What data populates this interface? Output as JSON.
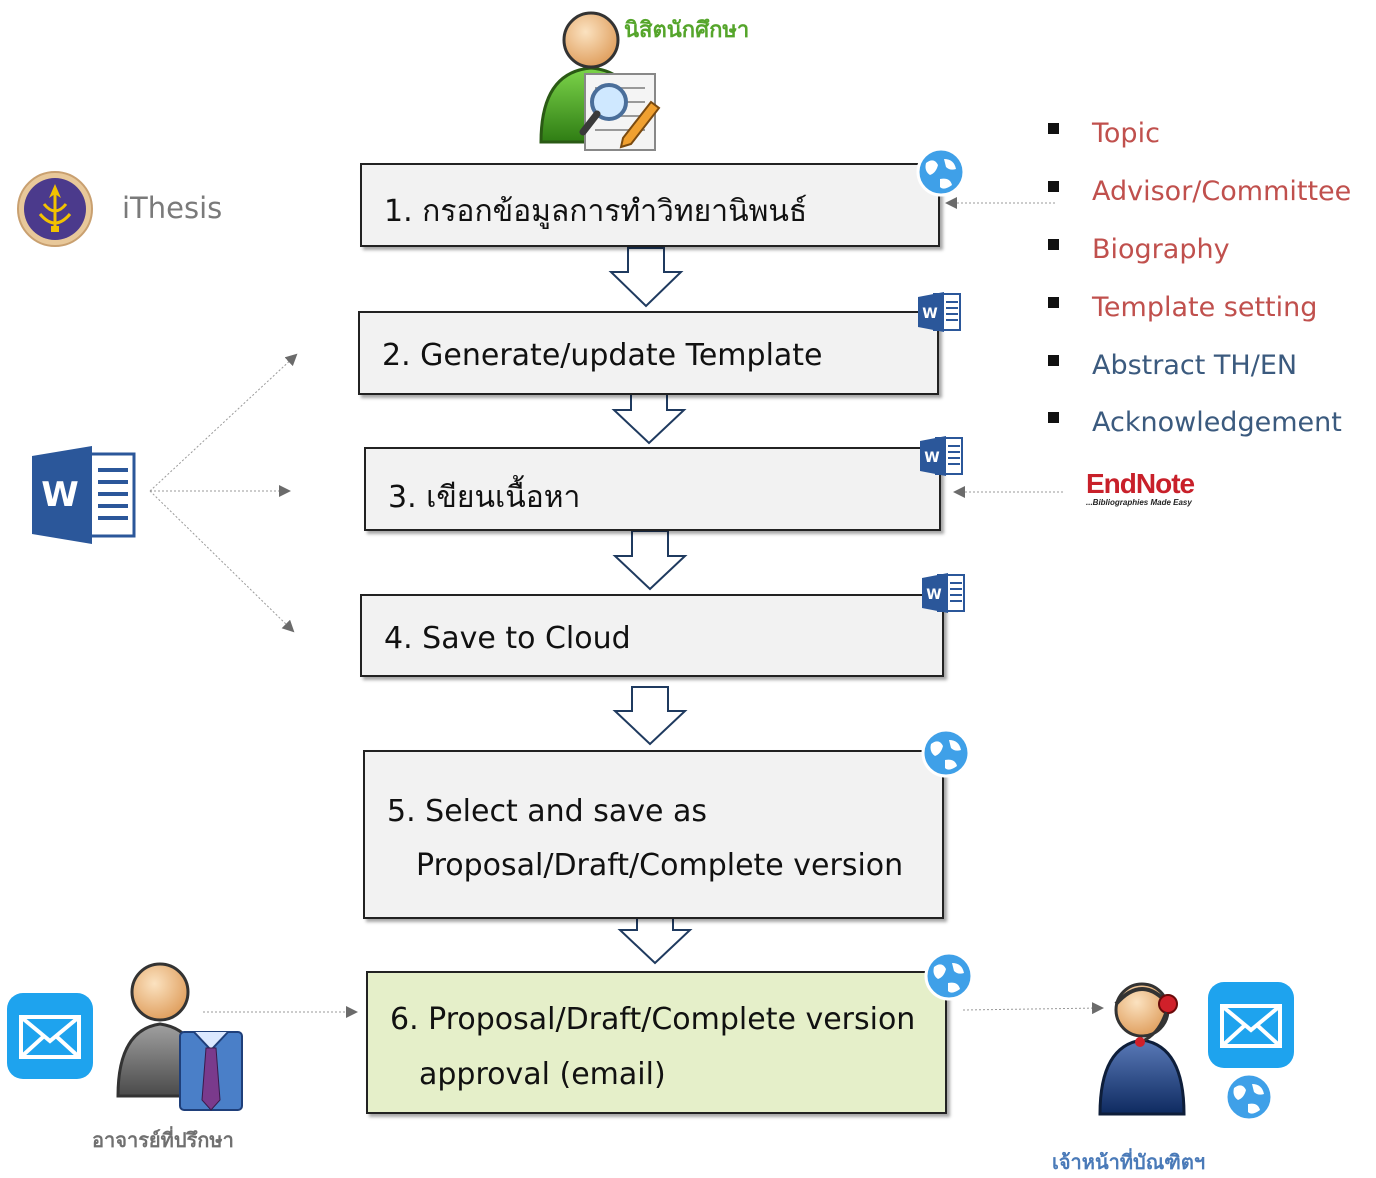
{
  "student": {
    "label": "นิสิตนักศึกษา"
  },
  "ithesis": {
    "label": "iThesis"
  },
  "steps": [
    {
      "line1": "1. กรอกข้อมูลการทำวิทยานิพนธ์",
      "line2": ""
    },
    {
      "line1": "2. Generate/update Template",
      "line2": ""
    },
    {
      "line1": "3. เขียนเนื้อหา",
      "line2": ""
    },
    {
      "line1": "4. Save to Cloud",
      "line2": ""
    },
    {
      "line1": "5. Select and save as",
      "line2": "Proposal/Draft/Complete version"
    },
    {
      "line1": "6. Proposal/Draft/Complete version",
      "line2": "approval (email)"
    }
  ],
  "info_items": [
    {
      "label": "Topic",
      "color": "#c0504d"
    },
    {
      "label": "Advisor/Committee",
      "color": "#c0504d"
    },
    {
      "label": "Biography",
      "color": "#c0504d"
    },
    {
      "label": "Template setting",
      "color": "#c0504d"
    },
    {
      "label": "Abstract TH/EN",
      "color": "#3b5a7e"
    },
    {
      "label": "Acknowledgement",
      "color": "#3b5a7e"
    }
  ],
  "endnote": {
    "logo_text": "EndNote",
    "tagline": "...Bibliographies Made Easy"
  },
  "word": {
    "letter": "W"
  },
  "advisor": {
    "label": "อาจารย์ที่ปรึกษา"
  },
  "officer": {
    "label": "เจ้าหน้าที่บัณฑิตฯ"
  },
  "colors": {
    "student_green": "#55a52b",
    "approve_fill": "#e5efc9",
    "word_blue": "#2b579a",
    "mail_blue": "#1ea3ee"
  }
}
